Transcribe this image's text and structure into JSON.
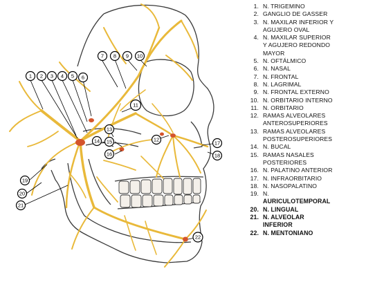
{
  "diagram": {
    "colors": {
      "nerve": "#e9b93a",
      "nerve_dark": "#c98e16",
      "ganglion": "#d4542c",
      "bone_line": "#3a3a3a",
      "teeth_fill": "#f4f0ea",
      "callout_fill": "#ffffff"
    },
    "callouts": [
      {
        "id": 1,
        "label": "1"
      },
      {
        "id": 2,
        "label": "2"
      },
      {
        "id": 3,
        "label": "3"
      },
      {
        "id": 4,
        "label": "4"
      },
      {
        "id": 5,
        "label": "5"
      },
      {
        "id": 6,
        "label": "6"
      },
      {
        "id": 7,
        "label": "7"
      },
      {
        "id": 8,
        "label": "8"
      },
      {
        "id": 9,
        "label": "9"
      },
      {
        "id": 10,
        "label": "10"
      },
      {
        "id": 11,
        "label": "11"
      },
      {
        "id": 12,
        "label": "12"
      },
      {
        "id": 13,
        "label": "13"
      },
      {
        "id": 14,
        "label": "14"
      },
      {
        "id": 15,
        "label": "15"
      },
      {
        "id": 16,
        "label": "16"
      },
      {
        "id": 17,
        "label": "17"
      },
      {
        "id": 18,
        "label": "18"
      },
      {
        "id": 19,
        "label": "19"
      },
      {
        "id": 20,
        "label": "20"
      },
      {
        "id": 21,
        "label": "21"
      },
      {
        "id": 22,
        "label": "22"
      }
    ],
    "legend": [
      {
        "num": "1.",
        "lines": [
          "N. TRIGEMINO"
        ],
        "bold": false
      },
      {
        "num": "2.",
        "lines": [
          "GANGLIO DE GASSER"
        ],
        "bold": false
      },
      {
        "num": "3.",
        "lines": [
          "N. MAXILAR INFERIOR Y",
          "AGUJERO OVAL"
        ],
        "bold": false
      },
      {
        "num": "4.",
        "lines": [
          "N. MAXILAR SUPERIOR",
          "Y AGUJERO REDONDO",
          "MAYOR"
        ],
        "bold": false
      },
      {
        "num": "5.",
        "lines": [
          "N. OFTÁLMICO"
        ],
        "bold": false
      },
      {
        "num": "6.",
        "lines": [
          "N. NASAL"
        ],
        "bold": false
      },
      {
        "num": "7.",
        "lines": [
          "N. FRONTAL"
        ],
        "bold": false
      },
      {
        "num": "8.",
        "lines": [
          "N. LAGRIMAL"
        ],
        "bold": false
      },
      {
        "num": "9.",
        "lines": [
          "N. FRONTAL EXTERNO"
        ],
        "bold": false
      },
      {
        "num": "10.",
        "lines": [
          "N. ORBITARIO INTERNO"
        ],
        "bold": false
      },
      {
        "num": "11.",
        "lines": [
          "N. ORBITARIO"
        ],
        "bold": false
      },
      {
        "num": "12.",
        "lines": [
          "RAMAS ALVEOLARES",
          "ANTEROSUPERIORES"
        ],
        "bold": false
      },
      {
        "num": "13.",
        "lines": [
          "RAMAS ALVEOLARES",
          "POSTEROSUPERIORES"
        ],
        "bold": false
      },
      {
        "num": "14.",
        "lines": [
          "N. BUCAL"
        ],
        "bold": false
      },
      {
        "num": "15.",
        "lines": [
          "RAMAS NASALES",
          "POSTERIORES"
        ],
        "bold": false
      },
      {
        "num": "16.",
        "lines": [
          "N. PALATINO ANTERIOR"
        ],
        "bold": false
      },
      {
        "num": "17.",
        "lines": [
          "N. INFRAORBITARIO"
        ],
        "bold": false
      },
      {
        "num": "18.",
        "lines": [
          "N. NASOPALATINO"
        ],
        "bold": false
      },
      {
        "num": "19.",
        "lines": [
          "N.",
          "AURICULOTEMPORAL"
        ],
        "bold": false,
        "bold_from_line": 1
      },
      {
        "num": "20.",
        "lines": [
          "N. LINGUAL"
        ],
        "bold": true
      },
      {
        "num": "21.",
        "lines": [
          "N. ALVEOLAR",
          "INFERIOR"
        ],
        "bold": true
      },
      {
        "num": "22.",
        "lines": [
          "N. MENTONIANO"
        ],
        "bold": true
      }
    ]
  }
}
